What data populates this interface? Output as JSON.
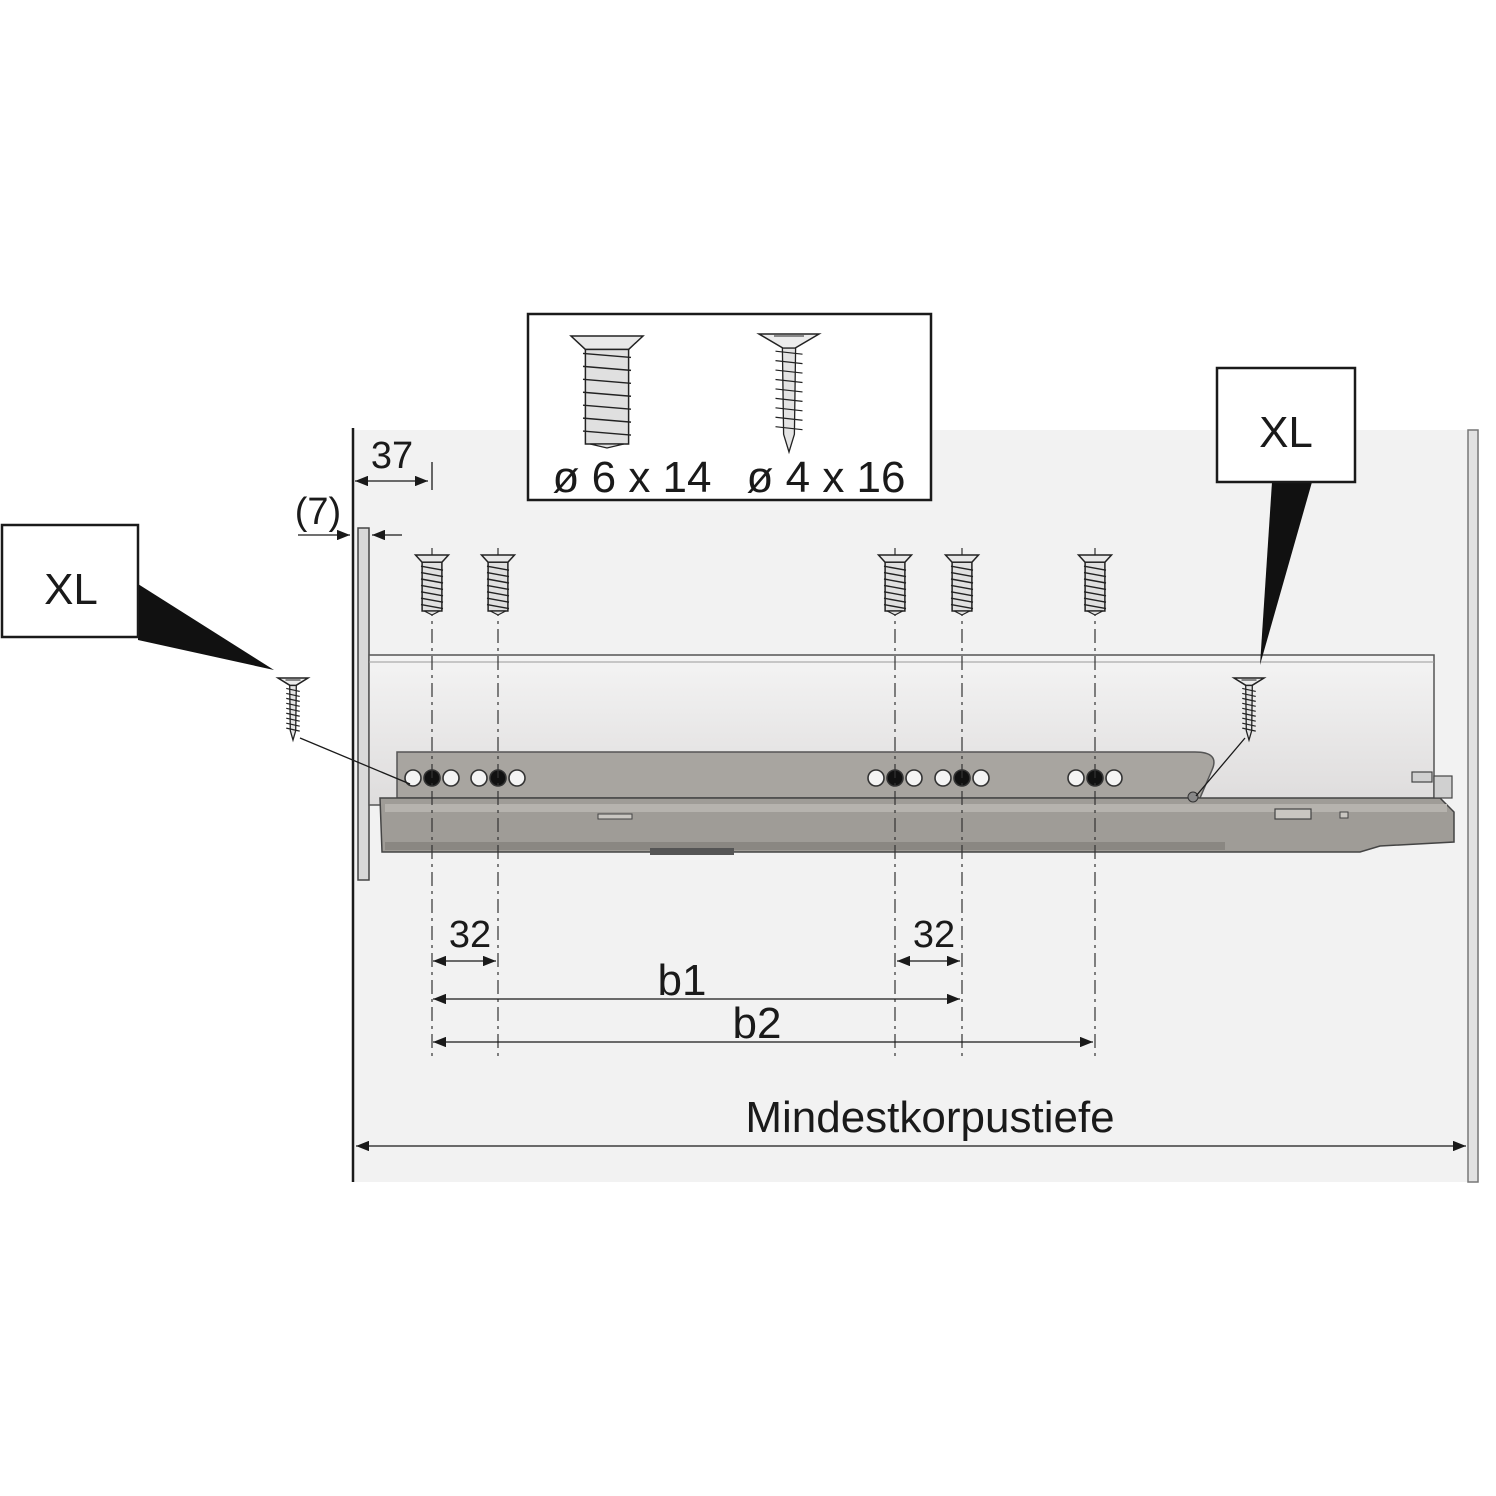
{
  "legend": {
    "screw_a": "ø 6 x 14",
    "screw_b": "ø 4 x 16"
  },
  "callouts": {
    "left": "XL",
    "right": "XL"
  },
  "dimensions": {
    "front_offset": "37",
    "setback": "(7)",
    "pitch_left": "32",
    "pitch_right": "32",
    "b1": "b1",
    "b2": "b2",
    "min_depth": "Mindestkorpustiefe"
  },
  "colors": {
    "cabinet": "#f2f2f2",
    "rail": "#a9a6a1",
    "rail_dark": "#8e8b86",
    "line": "#1a1a1a"
  }
}
